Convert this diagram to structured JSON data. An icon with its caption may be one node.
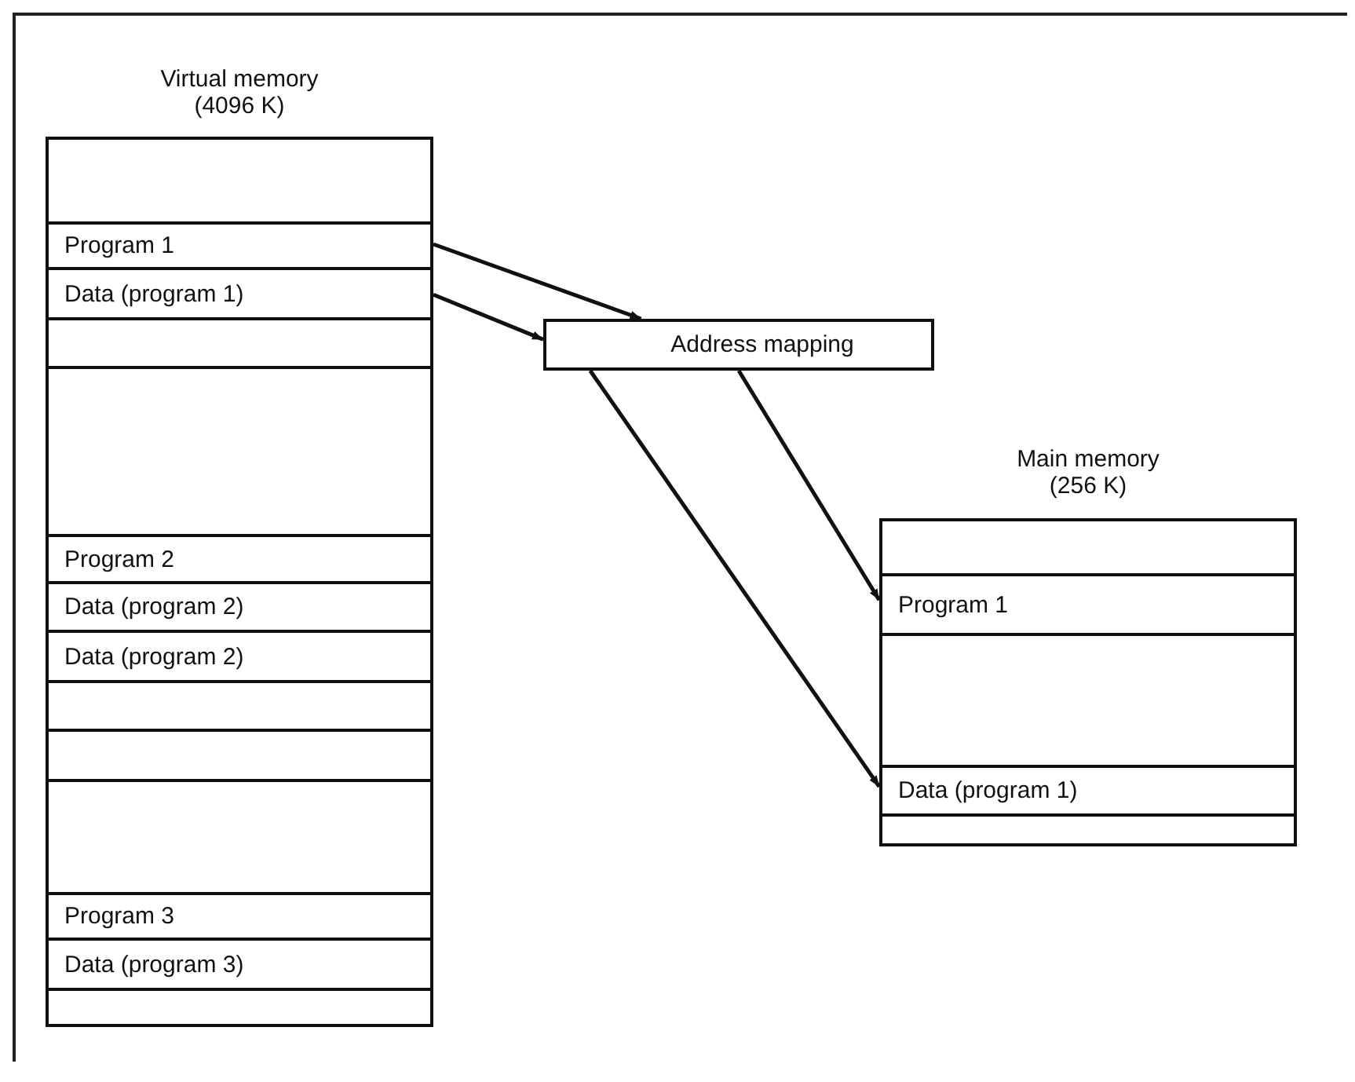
{
  "diagram": {
    "nodes": [
      {
        "text": [
          "Virtual memory (4096 K)"
        ]
      },
      {
        "text": [],
        "shape": "box",
        "in": 0
      },
      {
        "text": [
          "Program 1"
        ],
        "in": 0
      },
      {
        "text": [
          "Data (program 1)"
        ],
        "in": 0
      },
      {
        "text": [],
        "shape": "box",
        "in": 0
      },
      {
        "text": [],
        "shape": "box",
        "in": 0
      },
      {
        "text": [
          "Program 2"
        ],
        "in": 0
      },
      {
        "text": [
          "Data (program 2)"
        ],
        "in": 0
      },
      {
        "text": [
          "Data (program 2)"
        ],
        "in": 0
      },
      {
        "text": [],
        "shape": "box",
        "in": 0
      },
      {
        "text": [],
        "shape": "box",
        "in": 0
      },
      {
        "text": [],
        "shape": "box",
        "in": 0
      },
      {
        "text": [
          "Program 3"
        ],
        "in": 0
      },
      {
        "text": [
          "Data (program 3)"
        ],
        "in": 0
      },
      {
        "text": [],
        "shape": "box",
        "in": 0
      },
      {
        "text": [
          "Address mapping"
        ]
      },
      {
        "text": [
          "Main memory (256 K)"
        ]
      },
      {
        "text": [],
        "shape": "box",
        "in": 16
      },
      {
        "text": [
          "Program 1"
        ],
        "in": 16
      },
      {
        "text": [],
        "shape": "box",
        "in": 16
      },
      {
        "text": [
          "Data (program 1)"
        ],
        "in": 16
      },
      {
        "text": [],
        "shape": "box",
        "in": 16
      }
    ],
    "edges": [
      {
        "from": 2,
        "to": 15,
        "arrow": "to"
      },
      {
        "from": 3,
        "to": 15,
        "arrow": "to"
      },
      {
        "from": 15,
        "to": 18,
        "arrow": "to"
      },
      {
        "from": 15,
        "to": 20,
        "arrow": "to"
      }
    ]
  }
}
